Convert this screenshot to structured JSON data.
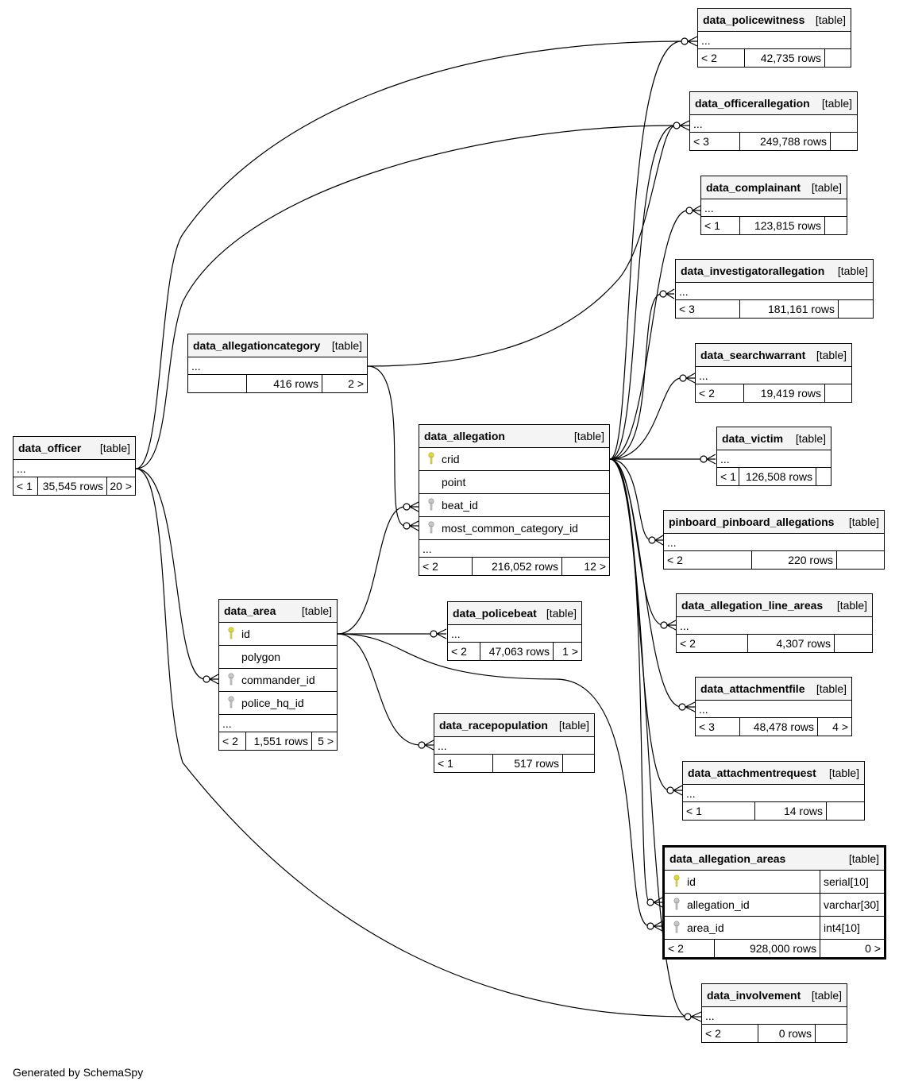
{
  "footer": "Generated by SchemaSpy",
  "icons": {
    "pk": "primary-key-icon",
    "fk": "foreign-key-icon"
  },
  "colors": {
    "pk_key": "#e8e000",
    "fk_key": "#a0a0a0",
    "header_bg": "#f4f4f4"
  },
  "tables": {
    "officer": {
      "name": "data_officer",
      "type": "[table]",
      "ellipsis": "...",
      "parents": "< 1",
      "rows": "35,545 rows",
      "children": "20 >"
    },
    "allegationcategory": {
      "name": "data_allegationcategory",
      "type": "[table]",
      "ellipsis": "...",
      "parents": "",
      "rows": "416 rows",
      "children": "2 >"
    },
    "allegation": {
      "name": "data_allegation",
      "type": "[table]",
      "columns": [
        "crid",
        "point",
        "beat_id",
        "most_common_category_id"
      ],
      "ellipsis": "...",
      "parents": "< 2",
      "rows": "216,052 rows",
      "children": "12 >"
    },
    "area": {
      "name": "data_area",
      "type": "[table]",
      "columns": [
        "id",
        "polygon",
        "commander_id",
        "police_hq_id"
      ],
      "ellipsis": "...",
      "parents": "< 2",
      "rows": "1,551 rows",
      "children": "5 >"
    },
    "policebeat": {
      "name": "data_policebeat",
      "type": "[table]",
      "ellipsis": "...",
      "parents": "< 2",
      "rows": "47,063 rows",
      "children": "1 >"
    },
    "racepopulation": {
      "name": "data_racepopulation",
      "type": "[table]",
      "ellipsis": "...",
      "parents": "< 1",
      "rows": "517 rows",
      "children": ""
    },
    "policewitness": {
      "name": "data_policewitness",
      "type": "[table]",
      "ellipsis": "...",
      "parents": "< 2",
      "rows": "42,735 rows",
      "children": ""
    },
    "officerallegation": {
      "name": "data_officerallegation",
      "type": "[table]",
      "ellipsis": "...",
      "parents": "< 3",
      "rows": "249,788 rows",
      "children": ""
    },
    "complainant": {
      "name": "data_complainant",
      "type": "[table]",
      "ellipsis": "...",
      "parents": "< 1",
      "rows": "123,815 rows",
      "children": ""
    },
    "investigatorallegation": {
      "name": "data_investigatorallegation",
      "type": "[table]",
      "ellipsis": "...",
      "parents": "< 3",
      "rows": "181,161 rows",
      "children": ""
    },
    "searchwarrant": {
      "name": "data_searchwarrant",
      "type": "[table]",
      "ellipsis": "...",
      "parents": "< 2",
      "rows": "19,419 rows",
      "children": ""
    },
    "victim": {
      "name": "data_victim",
      "type": "[table]",
      "ellipsis": "...",
      "parents": "< 1",
      "rows": "126,508 rows",
      "children": ""
    },
    "pinboard": {
      "name": "pinboard_pinboard_allegations",
      "type": "[table]",
      "ellipsis": "...",
      "parents": "< 2",
      "rows": "220 rows",
      "children": ""
    },
    "lineareas": {
      "name": "data_allegation_line_areas",
      "type": "[table]",
      "ellipsis": "...",
      "parents": "< 2",
      "rows": "4,307 rows",
      "children": ""
    },
    "attachmentfile": {
      "name": "data_attachmentfile",
      "type": "[table]",
      "ellipsis": "...",
      "parents": "< 3",
      "rows": "48,478 rows",
      "children": "4 >"
    },
    "attachmentrequest": {
      "name": "data_attachmentrequest",
      "type": "[table]",
      "ellipsis": "...",
      "parents": "< 1",
      "rows": "14 rows",
      "children": ""
    },
    "allegationareas": {
      "name": "data_allegation_areas",
      "type": "[table]",
      "columns": [
        {
          "name": "id",
          "type": "serial[10]"
        },
        {
          "name": "allegation_id",
          "type": "varchar[30]"
        },
        {
          "name": "area_id",
          "type": "int4[10]"
        }
      ],
      "parents": "< 2",
      "rows": "928,000 rows",
      "children": "0 >"
    },
    "involvement": {
      "name": "data_involvement",
      "type": "[table]",
      "ellipsis": "...",
      "parents": "< 2",
      "rows": "0 rows",
      "children": ""
    }
  }
}
